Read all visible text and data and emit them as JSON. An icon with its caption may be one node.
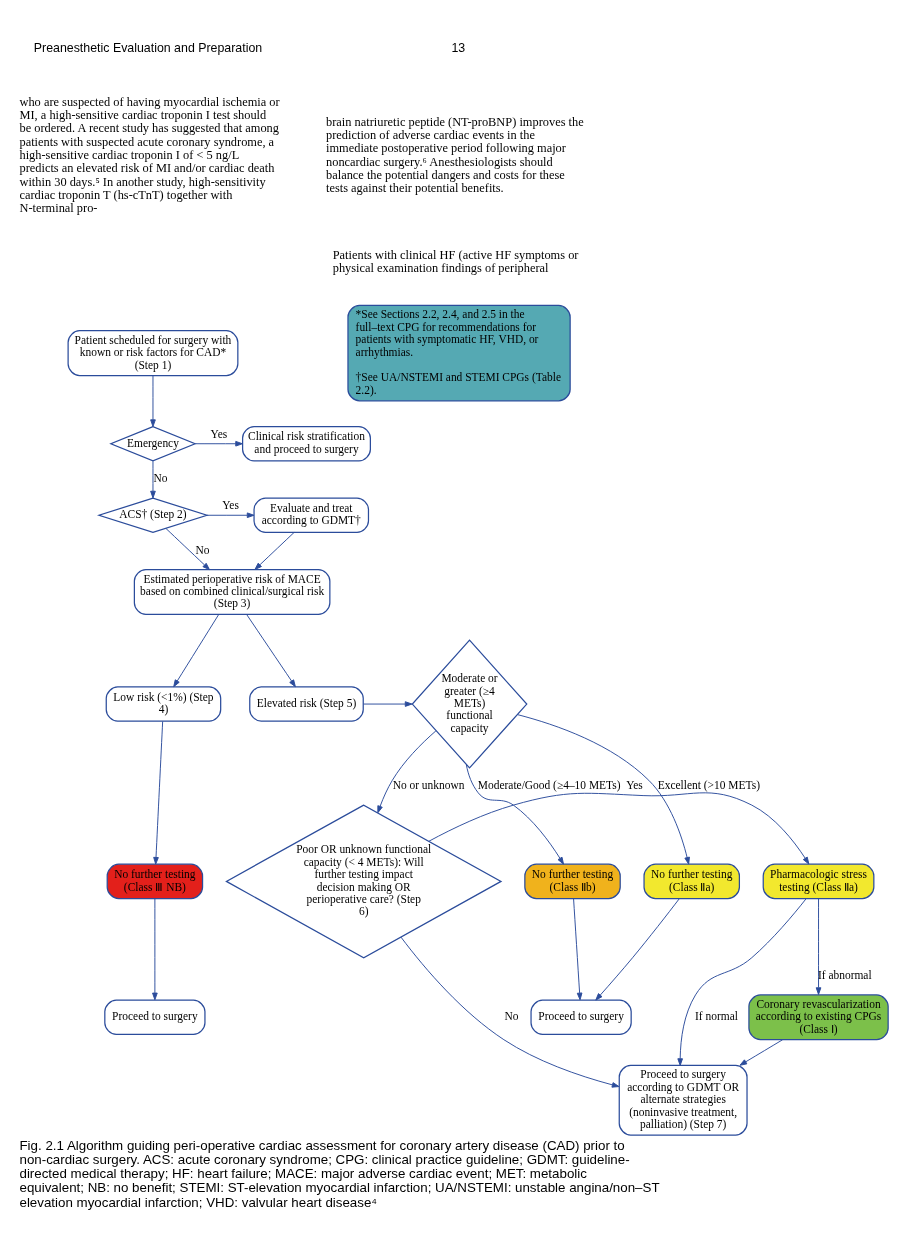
{
  "diagram": {
    "caption": "Fig. 2.1 Algorithm guiding peri-operative cardiac assessment for coronary artery disease (CAD) prior to non-cardiac surgery. ACS: acute coronary syndrome; CPG: clinical practice guideline; GDMT: guideline-directed medical therapy; HF: heart failure; MACE: major adverse cardiac event; MET: metabolic equivalent; NB: no benefit; STEMI: ST-elevation myocardial infarction; UA/NSTEMI: unstable angina/non–ST elevation myocardial infarction; VHD: valvular heart disease⁴",
    "nodes": [
      {
        "text": [
          "Patient scheduled for surgery with known or risk factors for CAD* (Step 1)"
        ]
      },
      {
        "text": [
          "Emergency"
        ]
      },
      {
        "text": [
          "Clinical risk stratification and proceed to surgery"
        ]
      },
      {
        "text": [
          "ACS† (Step 2)"
        ]
      },
      {
        "text": [
          "Evaluate and treat according to GDMT†"
        ]
      },
      {
        "text": [
          "Estimated perioperative risk of MACE based on combined clinical/surgical risk (Step 3)"
        ]
      },
      {
        "text": [
          "Low risk (<1%) (Step 4)"
        ]
      },
      {
        "text": [
          "Elevated risk (Step 5)"
        ]
      },
      {
        "text": [
          "Moderate or greater (≥4 METs) functional capacity"
        ]
      },
      {
        "text": [
          "No further testing (Class Ⅱa)"
        ]
      },
      {
        "text": [
          "No further testing (Class Ⅱb)"
        ]
      },
      {
        "text": [
          "Proceed to surgery"
        ]
      },
      {
        "text": [
          "No further testing (Class Ⅲ NB)"
        ]
      },
      {
        "text": [
          "Proceed to surgery"
        ]
      },
      {
        "text": [
          "Poor OR unknown functional capacity (< 4 METs): Will further testing impact decision making OR perioperative care? (Step 6)"
        ]
      },
      {
        "text": [
          "Pharmacologic stress testing (Class Ⅱa)"
        ]
      },
      {
        "text": [
          "Coronary revascularization according to existing CPGs (Class Ⅰ)"
        ]
      },
      {
        "text": [
          "Proceed to surgery according to GDMT OR alternate strategies (noninvasive treatment, palliation) (Step 7)"
        ]
      },
      {
        "text": [
          "*See Sections 2.2, 2.4, and 2.5 in the full–text CPG for recommendations for patients with symptomatic HF, VHD, or arrhythmias.",
          "†See UA/NSTEMI and STEMI CPGs (Table 2.2)."
        ]
      }
    ],
    "edges": [
      {
        "from": 0,
        "to": 1,
        "arrow": "to"
      },
      {
        "from": 1,
        "to": 2,
        "arrow": "to",
        "label": "Yes"
      },
      {
        "from": 1,
        "to": 3,
        "arrow": "to",
        "label": "No"
      },
      {
        "from": 3,
        "to": 4,
        "arrow": "to",
        "label": "Yes"
      },
      {
        "from": 3,
        "to": 5,
        "arrow": "to",
        "label": "No"
      },
      {
        "from": 4,
        "to": 5,
        "arrow": "to"
      },
      {
        "from": 5,
        "to": 6,
        "arrow": "to"
      },
      {
        "from": 5,
        "to": 7,
        "arrow": "to"
      },
      {
        "from": 6,
        "to": 12,
        "arrow": "to"
      },
      {
        "from": 12,
        "to": 13,
        "arrow": "to"
      },
      {
        "from": 7,
        "to": 8,
        "arrow": "to"
      },
      {
        "from": 8,
        "to": 9,
        "arrow": "to",
        "label": "Excellent (>10 METs)"
      },
      {
        "from": 8,
        "to": 10,
        "arrow": "to",
        "label": "Moderate/Good (≥4–10 METs)"
      },
      {
        "from": 9,
        "to": 11,
        "arrow": "to"
      },
      {
        "from": 10,
        "to": 11,
        "arrow": "to"
      },
      {
        "from": 8,
        "to": 14,
        "arrow": "to",
        "label": "No or unknown"
      },
      {
        "from": 14,
        "to": 15,
        "arrow": "to",
        "label": "Yes"
      },
      {
        "from": 14,
        "to": 17,
        "arrow": "to",
        "label": "No"
      },
      {
        "from": 15,
        "to": 17,
        "arrow": "to",
        "label": "If normal"
      },
      {
        "from": 15,
        "to": 16,
        "arrow": "to",
        "label": "If abnormal"
      },
      {
        "from": 16,
        "to": 17,
        "arrow": "to"
      }
    ],
    "labels": [
      "Preanesthetic Evaluation and Preparation",
      "13",
      "who are suspected of having myocardial ischemia or MI, a high-sensitive cardiac troponin I test should be ordered. A recent study has suggested that among patients with suspected acute coronary syndrome, a high-sensitive cardiac troponin I of < 5 ng/L predicts an elevated risk of MI and/or cardiac death within 30 days.⁵ In another study, high-sensitivity cardiac troponin T (hs-cTnT) together with N-terminal pro-",
      "brain natriuretic peptide (NT-proBNP) improves the prediction of adverse cardiac events in the immediate postoperative period following major noncardiac surgery.⁶ Anesthesiologists should balance the potential dangers and costs for these tests against their potential benefits.",
      "Patients with clinical HF (active HF symptoms or physical examination findings of peripheral"
    ]
  }
}
